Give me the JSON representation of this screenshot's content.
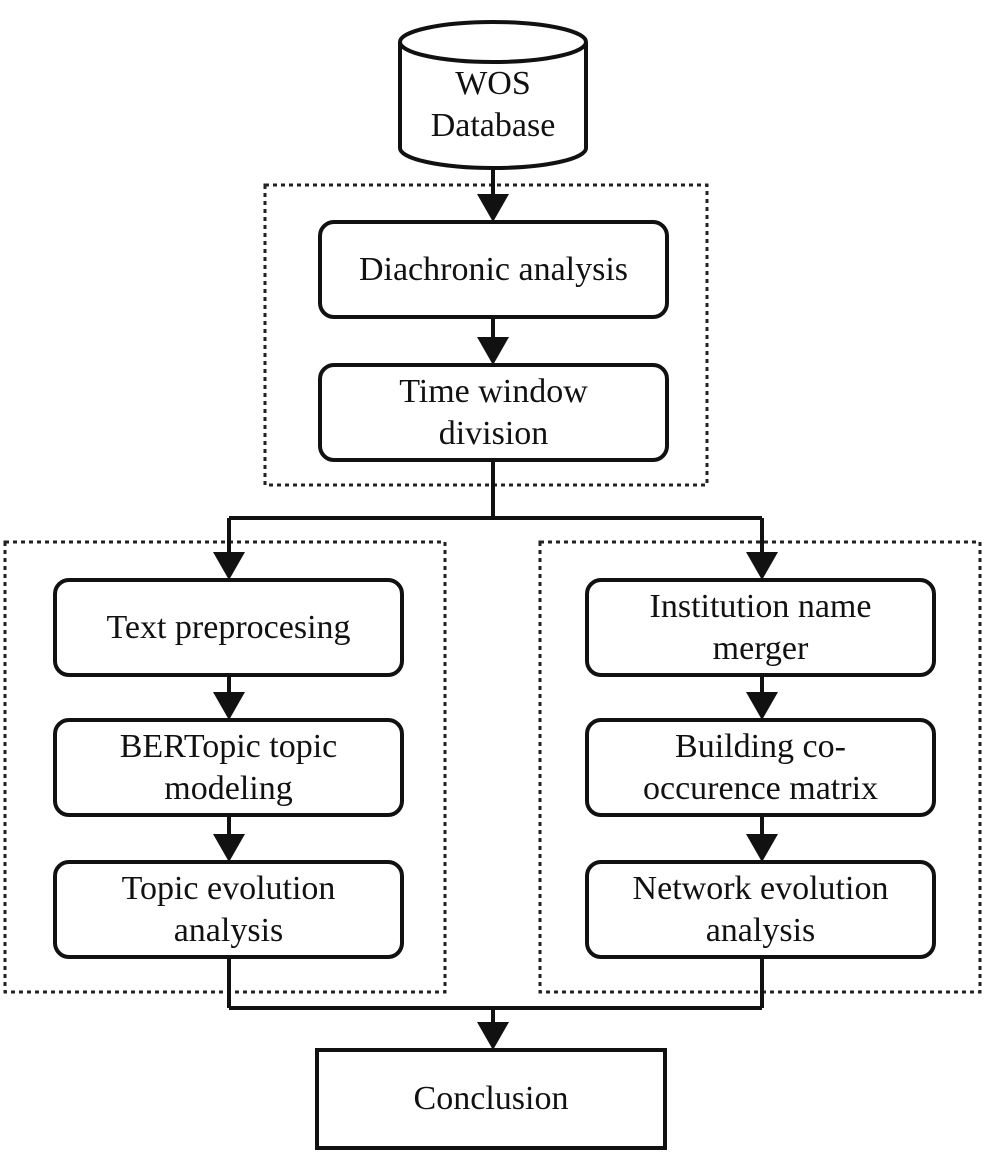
{
  "diagram": {
    "database": {
      "line1": "WOS",
      "line2": "Database"
    },
    "stage1": {
      "step1": "Diachronic analysis",
      "step2": {
        "line1": "Time window",
        "line2": "division"
      }
    },
    "left_branch": {
      "step1": "Text preprocesing",
      "step2": {
        "line1": "BERTopic topic",
        "line2": "modeling"
      },
      "step3": {
        "line1": "Topic evolution",
        "line2": "analysis"
      }
    },
    "right_branch": {
      "step1": {
        "line1": "Institution name",
        "line2": "merger"
      },
      "step2": {
        "line1": "Building co-",
        "line2": "occurence matrix"
      },
      "step3": {
        "line1": "Network evolution",
        "line2": "analysis"
      }
    },
    "conclusion": "Conclusion"
  }
}
